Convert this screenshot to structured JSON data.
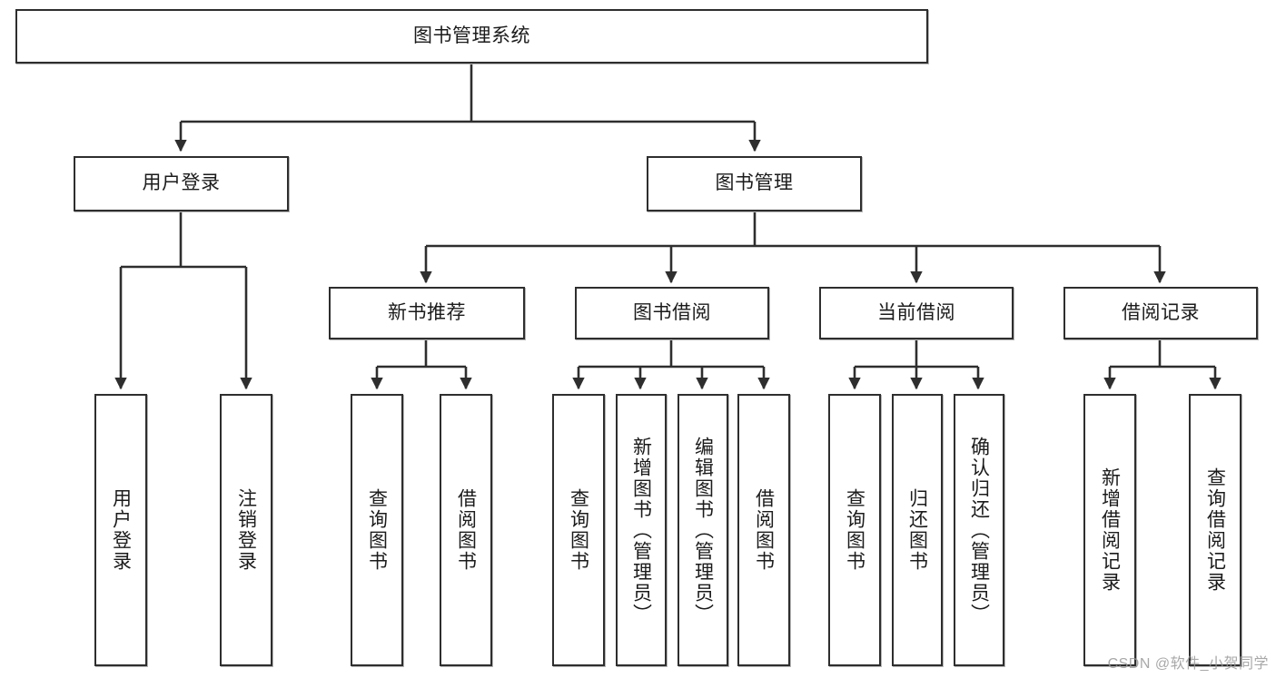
{
  "diagram": {
    "type": "tree-hierarchy-chart",
    "title": "图书管理系统",
    "stroke_color": "#2e2e2e",
    "background_color": "#ffffff",
    "watermark": "CSDN @软件_小贺同学",
    "nodes": {
      "root": {
        "label": "图书管理系统",
        "level": 0,
        "orientation": "horizontal"
      },
      "l1_0": {
        "label": "用户登录",
        "level": 1,
        "orientation": "horizontal"
      },
      "l1_1": {
        "label": "图书管理",
        "level": 1,
        "orientation": "horizontal"
      },
      "l2_0": {
        "label": "新书推荐",
        "level": 2,
        "orientation": "horizontal"
      },
      "l2_1": {
        "label": "图书借阅",
        "level": 2,
        "orientation": "horizontal"
      },
      "l2_2": {
        "label": "当前借阅",
        "level": 2,
        "orientation": "horizontal"
      },
      "l2_3": {
        "label": "借阅记录",
        "level": 2,
        "orientation": "horizontal"
      },
      "leaf_0": {
        "label": "用户登录",
        "level": 3,
        "orientation": "vertical"
      },
      "leaf_1": {
        "label": "注销登录",
        "level": 3,
        "orientation": "vertical"
      },
      "leaf_2": {
        "label": "查询图书",
        "level": 3,
        "orientation": "vertical"
      },
      "leaf_3": {
        "label": "借阅图书",
        "level": 3,
        "orientation": "vertical"
      },
      "leaf_4": {
        "label": "查询图书",
        "level": 3,
        "orientation": "vertical"
      },
      "leaf_5": {
        "label": "新增图书（管理员）",
        "level": 3,
        "orientation": "vertical"
      },
      "leaf_6": {
        "label": "编辑图书（管理员）",
        "level": 3,
        "orientation": "vertical"
      },
      "leaf_7": {
        "label": "借阅图书",
        "level": 3,
        "orientation": "vertical"
      },
      "leaf_8": {
        "label": "查询图书",
        "level": 3,
        "orientation": "vertical"
      },
      "leaf_9": {
        "label": "归还图书",
        "level": 3,
        "orientation": "vertical"
      },
      "leaf_10": {
        "label": "确认归还（管理员）",
        "level": 3,
        "orientation": "vertical"
      },
      "leaf_11": {
        "label": "新增借阅记录",
        "level": 3,
        "orientation": "vertical"
      },
      "leaf_12": {
        "label": "查询借阅记录",
        "level": 3,
        "orientation": "vertical"
      }
    },
    "edges": [
      {
        "from": "root",
        "to": "l1_0"
      },
      {
        "from": "root",
        "to": "l1_1"
      },
      {
        "from": "l1_0",
        "to": "leaf_0"
      },
      {
        "from": "l1_0",
        "to": "leaf_1"
      },
      {
        "from": "l1_1",
        "to": "l2_0"
      },
      {
        "from": "l1_1",
        "to": "l2_1"
      },
      {
        "from": "l1_1",
        "to": "l2_2"
      },
      {
        "from": "l1_1",
        "to": "l2_3"
      },
      {
        "from": "l2_0",
        "to": "leaf_2"
      },
      {
        "from": "l2_0",
        "to": "leaf_3"
      },
      {
        "from": "l2_1",
        "to": "leaf_4"
      },
      {
        "from": "l2_1",
        "to": "leaf_5"
      },
      {
        "from": "l2_1",
        "to": "leaf_6"
      },
      {
        "from": "l2_1",
        "to": "leaf_7"
      },
      {
        "from": "l2_2",
        "to": "leaf_8"
      },
      {
        "from": "l2_2",
        "to": "leaf_9"
      },
      {
        "from": "l2_2",
        "to": "leaf_10"
      },
      {
        "from": "l2_3",
        "to": "leaf_11"
      },
      {
        "from": "l2_3",
        "to": "leaf_12"
      }
    ]
  }
}
